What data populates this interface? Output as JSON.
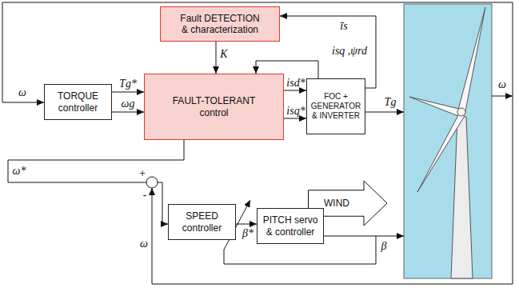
{
  "diagram": {
    "nodes": [
      {
        "text": [
          "Fault DETECTION & characterization"
        ]
      },
      {
        "text": [
          "TORQUE controller"
        ]
      },
      {
        "text": [
          "FAULT-TOLERANT control"
        ]
      },
      {
        "text": [
          "FOC + GENERATOR & INVERTER"
        ]
      },
      {
        "text": [
          "WIND"
        ]
      },
      {
        "text": [
          "SPEED controller"
        ]
      },
      {
        "text": [
          "PITCH servo & controller"
        ]
      }
    ],
    "edges": [
      {
        "from": 0,
        "to": 2,
        "arrow": "to",
        "label": "K"
      },
      {
        "from": 1,
        "to": 2,
        "arrow": "to",
        "label": "Tg*"
      },
      {
        "from": 1,
        "to": 2,
        "arrow": "to",
        "label": "ωg"
      },
      {
        "from": 2,
        "to": 3,
        "arrow": "to",
        "label": "isd*"
      },
      {
        "from": 2,
        "to": 3,
        "arrow": "to",
        "label": "isq*"
      },
      {
        "from": 3,
        "to": 2,
        "arrow": "to",
        "label": "isq ,ψrd"
      },
      {
        "from": 3,
        "to": 0,
        "arrow": "to",
        "label": "īs"
      },
      {
        "from": 2,
        "to": 5,
        "arrow": "to",
        "label": "ω*"
      },
      {
        "from": 5,
        "to": 6,
        "arrow": "to",
        "label": "β*"
      }
    ],
    "labels": [
      "ω",
      "ω",
      "Tg",
      "β",
      "+",
      "-",
      "ω"
    ]
  }
}
